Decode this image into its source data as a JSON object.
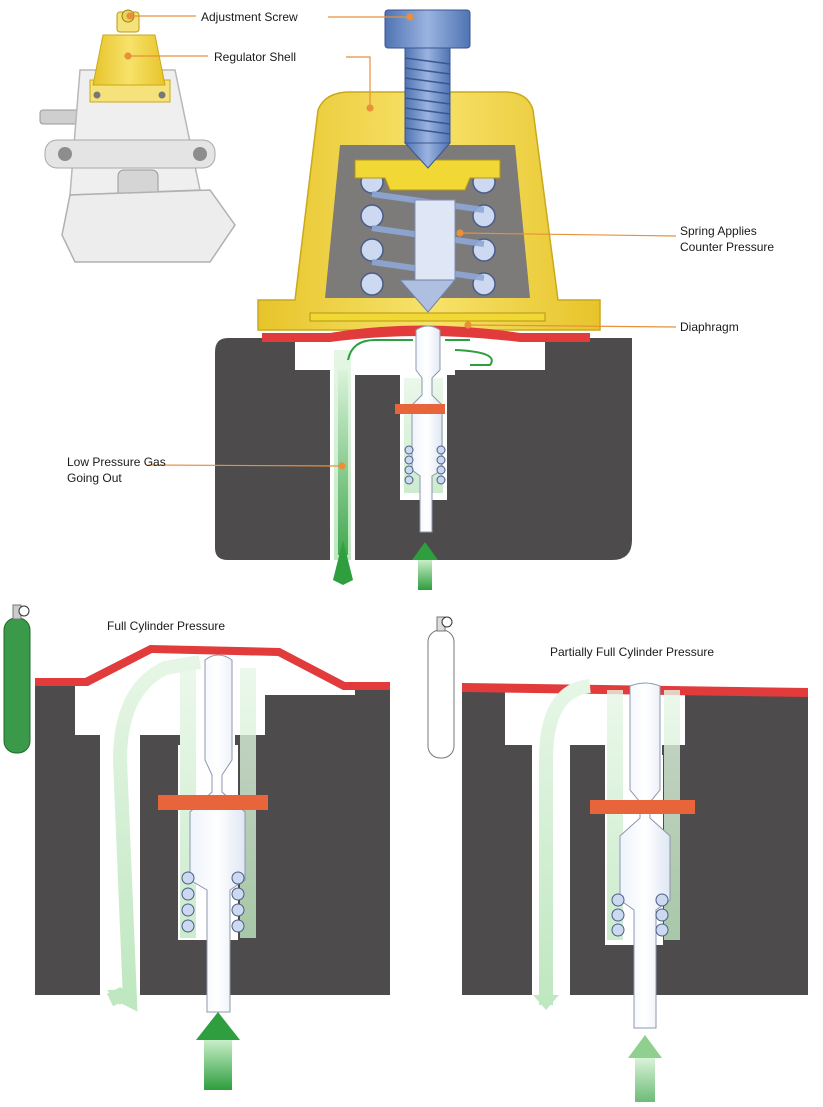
{
  "labels": {
    "adjustment_screw": "Adjustment Screw",
    "regulator_shell": "Regulator Shell",
    "spring_line1": "Spring Applies",
    "spring_line2": "Counter Pressure",
    "diaphragm": "Diaphragm",
    "low_pressure_line1": "Low Pressure Gas",
    "low_pressure_line2": "Going Out"
  },
  "panels": {
    "full_title": "Full Cylinder Pressure",
    "partial_title": "Partially Full Cylinder Pressure"
  },
  "colors": {
    "body_dark": "#4d4b4b",
    "shell_yellow": "#f2d43a",
    "diaphragm_red": "#e23b3b",
    "leader_orange": "#e8903a",
    "flow_green": "#2e9e3e",
    "spring_blue": "#8ea8d6",
    "seat_orange": "#e8643a",
    "screw_blue": "#6d8fc8",
    "cylinder_green": "#3a9a4a"
  }
}
